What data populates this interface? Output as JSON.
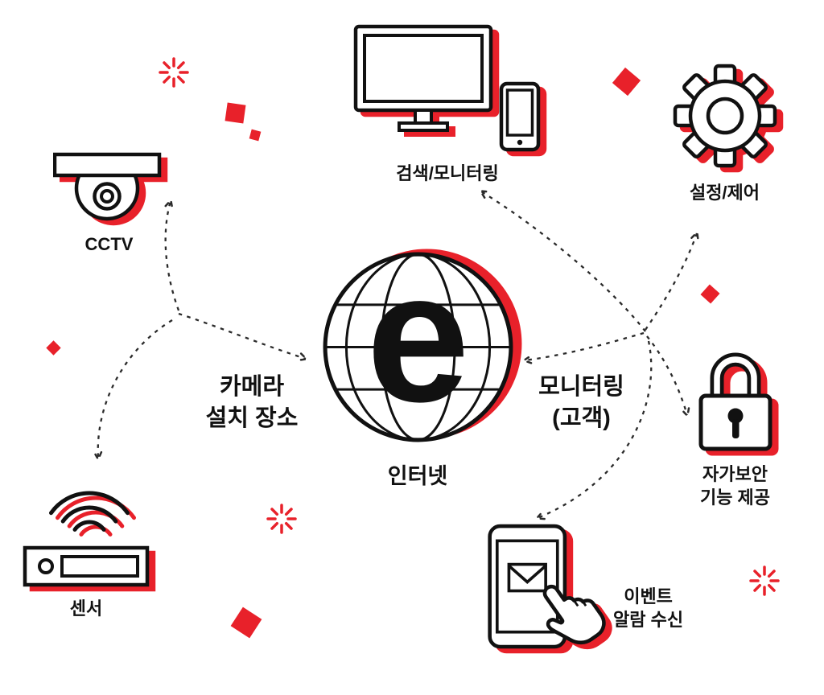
{
  "colors": {
    "accent": "#e8212a",
    "ink": "#111111",
    "line": "#2a2a2a",
    "background": "#ffffff"
  },
  "center": {
    "globe_letter": "e",
    "label": "인터넷"
  },
  "side_texts": {
    "left": "카메라\n설치 장소",
    "right": "모니터링\n(고객)"
  },
  "nodes": {
    "cctv": {
      "label": "CCTV"
    },
    "sensor": {
      "label": "센서"
    },
    "search_monitoring": {
      "label": "검색/모니터링"
    },
    "settings_control": {
      "label": "설정/제어"
    },
    "self_security": {
      "label": "자가보안\n기능 제공"
    },
    "event_alarm": {
      "label": "이벤트\n알람 수신"
    }
  }
}
